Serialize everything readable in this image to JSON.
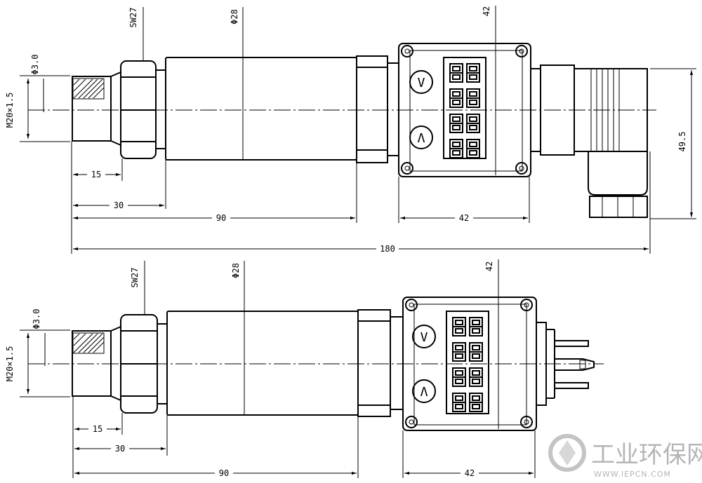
{
  "views": {
    "top": {
      "dims": {
        "sw": "SW27",
        "phi_body": "Φ28",
        "box_width_top": "42",
        "phi_port": "Φ3.0",
        "thread": "M20×1.5",
        "d15": "15",
        "d30": "30",
        "d90": "90",
        "d42": "42",
        "d180": "180",
        "d49": "49.5"
      },
      "display_buttons": [
        "V",
        "Λ"
      ],
      "connector": "DIN connector"
    },
    "bottom": {
      "dims": {
        "sw": "SW27",
        "phi_body": "Φ28",
        "box_width_top": "42",
        "phi_port": "Φ3.0",
        "thread": "M20×1.5",
        "d15": "15",
        "d30": "30",
        "d90": "90",
        "d42": "42"
      },
      "display_buttons": [
        "V",
        "Λ"
      ],
      "connector": "pin connector"
    }
  },
  "watermark": {
    "brand": "工业环保网",
    "url": "WWW.IEPCN.COM"
  }
}
